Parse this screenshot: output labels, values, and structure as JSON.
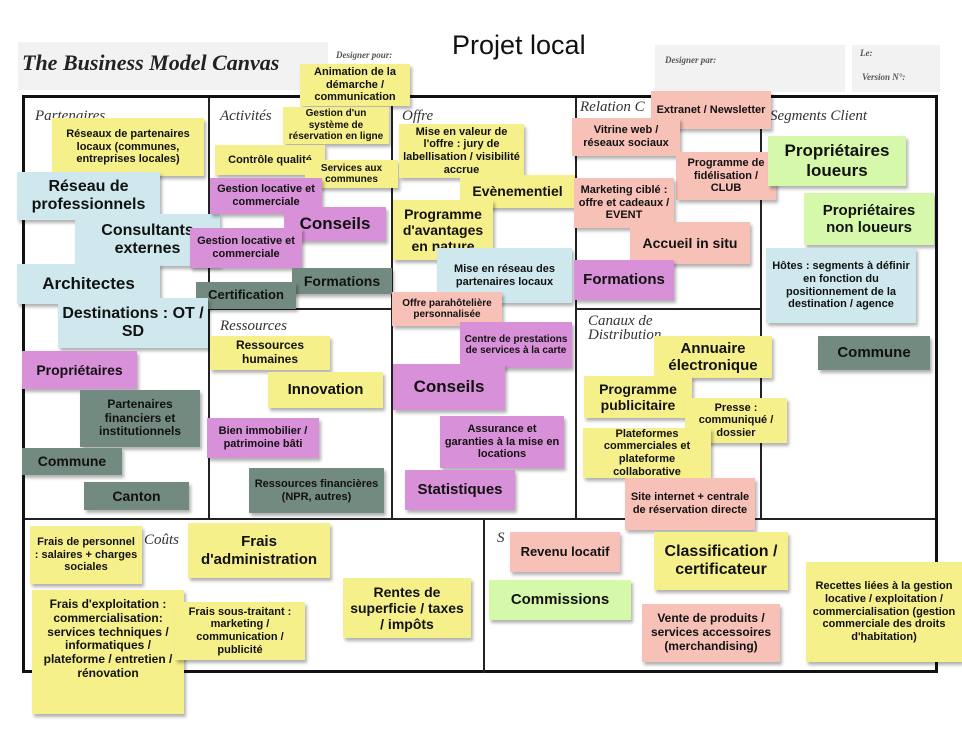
{
  "header": {
    "canvas_title": "The Business Model Canvas",
    "designer_for": "Designer pour:",
    "title": "Projet local",
    "designer_by": "Designer par:",
    "date": "Le:",
    "version": "Version N°:"
  },
  "sections": {
    "partners": "Partenaires",
    "activities": "Activités",
    "offer": "Offre",
    "relation": "Relation C",
    "segments": "Segments Client",
    "resources": "Ressources",
    "channels": "Canaux de Distribution",
    "costs": "Coûts",
    "revenues": "S"
  },
  "notes": [
    "Animation de la démarche / communication",
    "Gestion d'un système de réservation en ligne",
    "Réseaux de partenaires locaux (communes, entreprises locales)",
    "Contrôle qualité",
    "Services aux communes",
    "Mise en valeur de l'offre : jury de labellisation / visibilité accrue",
    "Evènementiel",
    "Réseau de professionnels",
    "Consultants externes",
    "Gestion locative et commerciale",
    "Conseils",
    "Gestion locative et commerciale",
    "Programme d'avantages en nature",
    "Formations",
    "Certification",
    "Architectes",
    "Destinations : OT / SD",
    "Mise en réseau des partenaires locaux",
    "Offre parahôtelière personnalisée",
    "Extranet / Newsletter",
    "Vitrine web / réseaux sociaux",
    "Programme de fidélisation / CLUB",
    "Marketing ciblé : offre et cadeaux / EVENT",
    "Accueil in situ",
    "Formations",
    "Propriétaires loueurs",
    "Propriétaires non loueurs",
    "Hôtes : segments à définir en fonction du positionnement de la destination / agence",
    "Commune",
    "Propriétaires",
    "Partenaires financiers et institutionnels",
    "Commune",
    "Canton",
    "Ressources humaines",
    "Innovation",
    "Bien immobilier / patrimoine bâti",
    "Ressources financières (NPR, autres)",
    "Centre de prestations de services à la carte",
    "Conseils",
    "Assurance et garanties à la mise en locations",
    "Statistiques",
    "Annuaire électronique",
    "Programme publicitaire",
    "Presse : communiqué / dossier",
    "Plateformes commerciales et plateforme collaborative",
    "Site internet + centrale de réservation directe",
    "Frais de personnel : salaires + charges sociales",
    "Frais d'administration",
    "Frais d'exploitation : commercialisation: services techniques / informatiques / plateforme / entretien / rénovation",
    "Frais sous-traitant : marketing / communication / publicité",
    "Rentes de superficie / taxes / impôts",
    "Revenu locatif",
    "Commissions",
    "Classification / certificateur",
    "Vente de produits / services accessoires (merchandising)",
    "Recettes liées à la gestion locative / exploitation / commercialisation (gestion commerciale des droits d'habitation)"
  ],
  "colors": {
    "yellow": "#f6f08a",
    "blue": "#cfe8ee",
    "purple": "#d890d8",
    "gray": "#728a80",
    "salmon": "#f8c1b8",
    "green": "#d6f8aa"
  }
}
